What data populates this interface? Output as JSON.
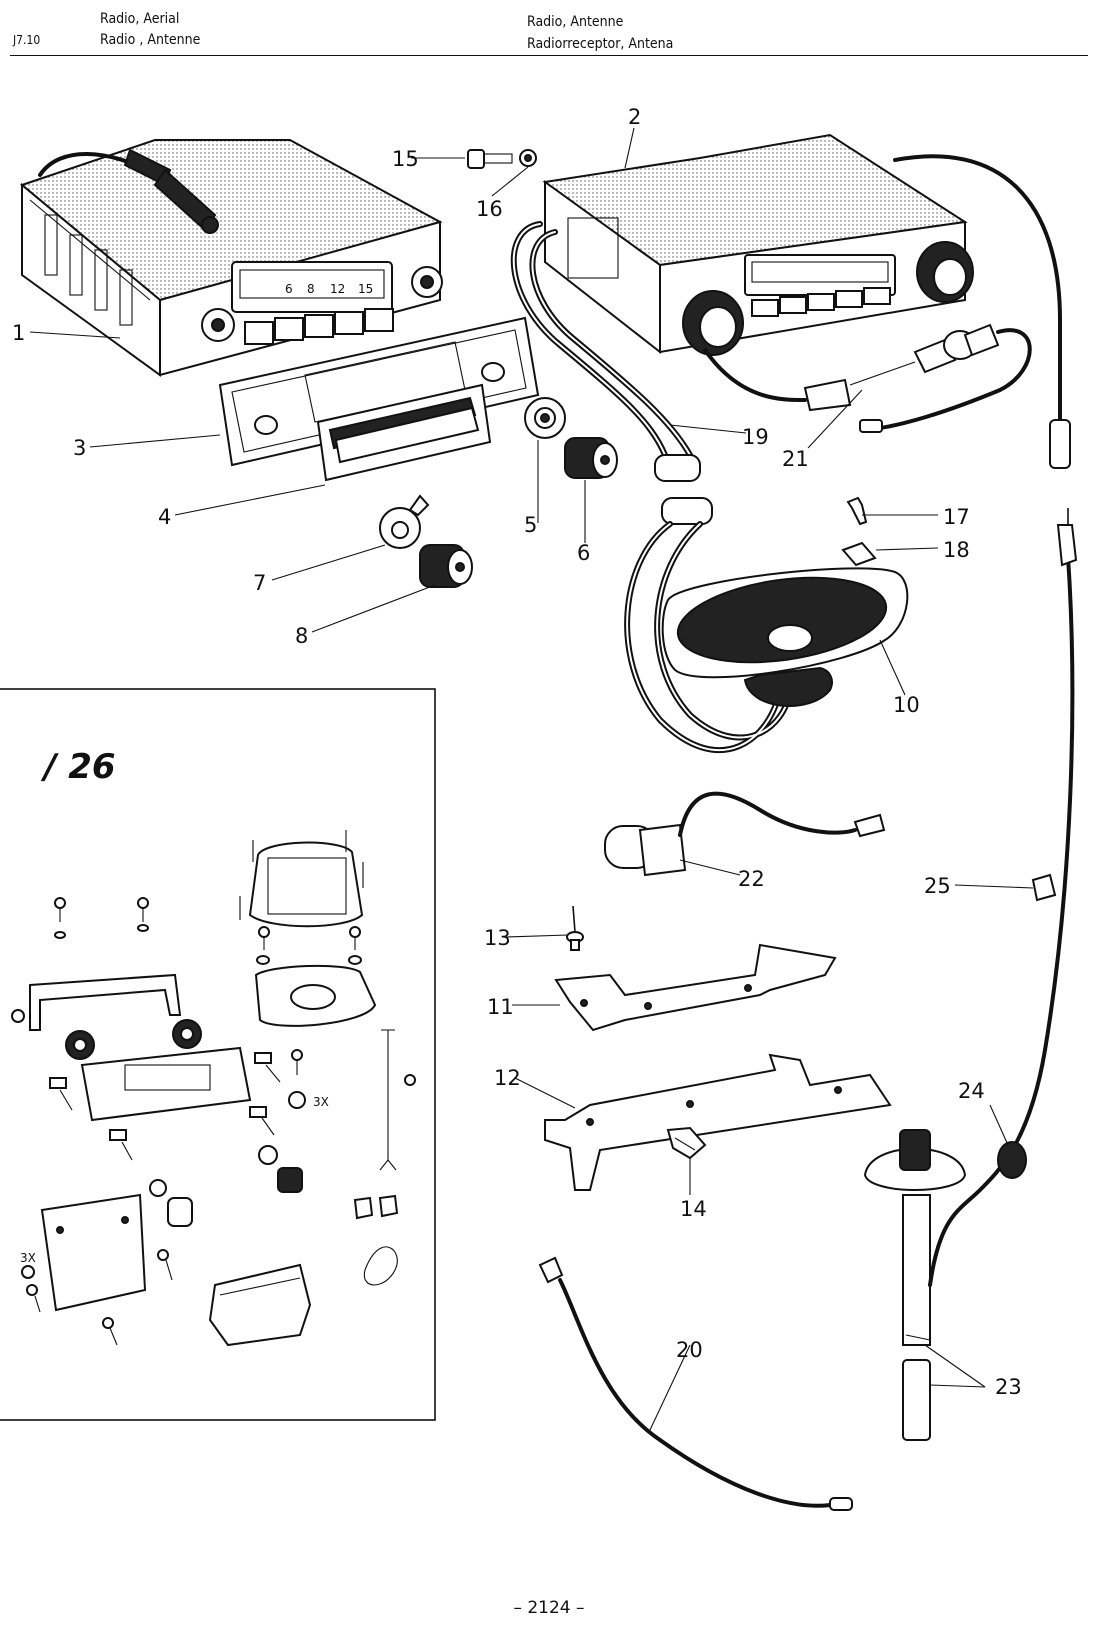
{
  "header": {
    "section_code": "J7.10",
    "title_en": "Radio, Aerial",
    "title_fr": "Radio , Antenne",
    "title_de": "Radio, Antenne",
    "title_es": "Radiorreceptor, Antena"
  },
  "inset": {
    "label": "∕ 26",
    "multiplier_1": "3X",
    "multiplier_2": "3X"
  },
  "callouts": {
    "c1": "1",
    "c2": "2",
    "c3": "3",
    "c4": "4",
    "c5": "5",
    "c6": "6",
    "c7": "7",
    "c8": "8",
    "c10": "10",
    "c11": "11",
    "c12": "12",
    "c13": "13",
    "c14": "14",
    "c15": "15",
    "c16": "16",
    "c17": "17",
    "c18": "18",
    "c19": "19",
    "c20": "20",
    "c21": "21",
    "c22": "22",
    "c23": "23",
    "c24": "24",
    "c25": "25"
  },
  "radio_dial": {
    "d1": "6",
    "d2": "8",
    "d3": "12",
    "d4": "15"
  },
  "page_number": "– 2124 –"
}
